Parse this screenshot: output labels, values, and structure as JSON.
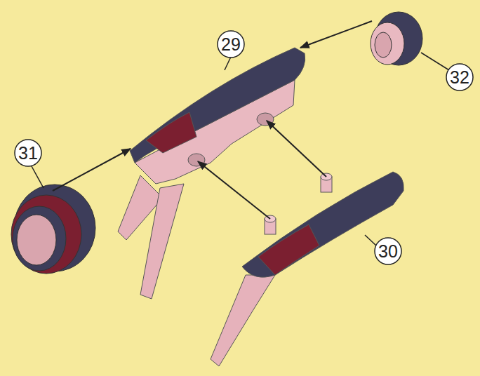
{
  "diagram": {
    "labels": [
      "29",
      "32",
      "31",
      "30"
    ]
  }
}
